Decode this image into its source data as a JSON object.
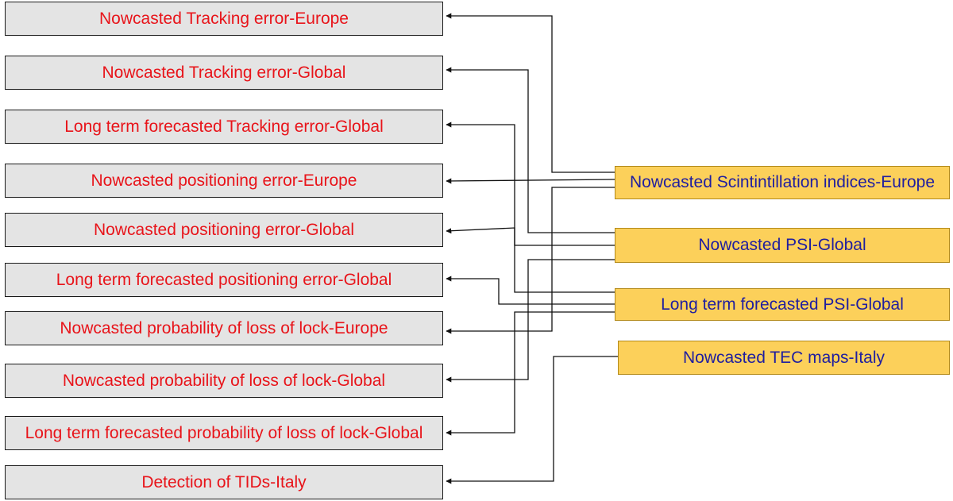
{
  "outputs": [
    {
      "id": "o1",
      "label": "Nowcasted Tracking error-Europe"
    },
    {
      "id": "o2",
      "label": "Nowcasted Tracking error-Global"
    },
    {
      "id": "o3",
      "label": "Long term forecasted Tracking error-Global"
    },
    {
      "id": "o4",
      "label": "Nowcasted positioning error-Europe"
    },
    {
      "id": "o5",
      "label": "Nowcasted positioning error-Global"
    },
    {
      "id": "o6",
      "label": "Long term forecasted positioning error-Global"
    },
    {
      "id": "o7",
      "label": "Nowcasted probability of loss of lock-Europe"
    },
    {
      "id": "o8",
      "label": "Nowcasted probability of loss of lock-Global"
    },
    {
      "id": "o9",
      "label": "Long term forecasted probability of loss of lock-Global"
    },
    {
      "id": "o10",
      "label": "Detection of TIDs-Italy"
    }
  ],
  "inputs": [
    {
      "id": "i1",
      "label": "Nowcasted Scintintillation indices-Europe"
    },
    {
      "id": "i2",
      "label": "Nowcasted PSI-Global"
    },
    {
      "id": "i3",
      "label": "Long term forecasted PSI-Global"
    },
    {
      "id": "i4",
      "label": "Nowcasted TEC maps-Italy"
    }
  ],
  "colors": {
    "output_fill": "#e4e4e4",
    "output_text": "#e8141a",
    "input_fill": "#fcd05a",
    "input_text": "#1f1ea0",
    "connector": "#111111"
  },
  "connections": [
    {
      "from": "i1",
      "to": "o1"
    },
    {
      "from": "i1",
      "to": "o4"
    },
    {
      "from": "i1",
      "to": "o7"
    },
    {
      "from": "i2",
      "to": "o2"
    },
    {
      "from": "i2",
      "to": "o5"
    },
    {
      "from": "i2",
      "to": "o8"
    },
    {
      "from": "i3",
      "to": "o3"
    },
    {
      "from": "i3",
      "to": "o6"
    },
    {
      "from": "i3",
      "to": "o9"
    },
    {
      "from": "i4",
      "to": "o10"
    }
  ]
}
